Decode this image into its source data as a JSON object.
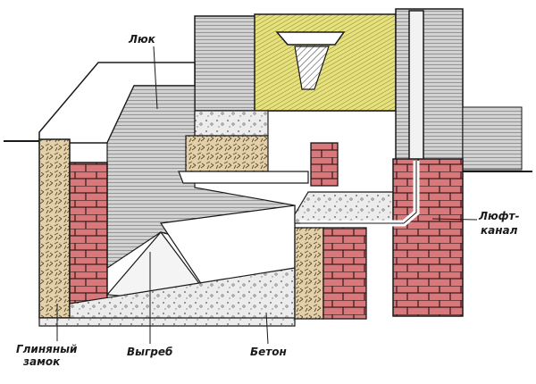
{
  "labels": {
    "hatch": "Люк",
    "air_duct_line1": "Люфт-",
    "air_duct_line2": "канал",
    "clay_lock_line1": "Глиняный",
    "clay_lock_line2": "замок",
    "cesspit": "Выгреб",
    "concrete": "Бетон"
  },
  "colors": {
    "ink": "#1a1a1a",
    "brick": "#d9777a",
    "toilet_room": "#e8e27a",
    "clay": "#e3cfa8",
    "concrete": "#e6e6e6",
    "wall_gray": "#c8c8c8"
  }
}
